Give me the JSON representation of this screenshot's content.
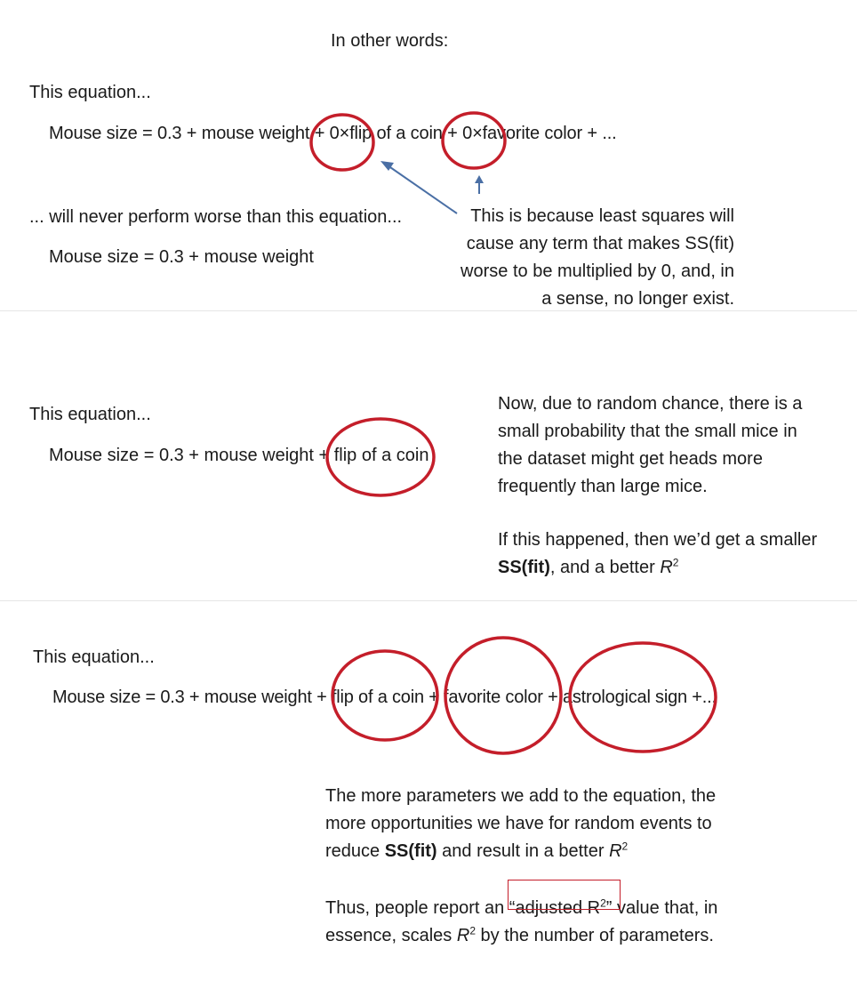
{
  "slide1": {
    "heading": "In other words:",
    "label_a": "This equation...",
    "eq_a": "Mouse size = 0.3 + mouse weight + 0×flip of a coin + 0×favorite color + ...",
    "label_b": "... will never perform worse than this equation...",
    "eq_b": "Mouse size = 0.3 + mouse weight",
    "note_lines": [
      "This is because least squares will",
      "cause any term that makes SS(fit)",
      "worse to be multiplied by 0, and, in",
      "a sense, no longer exist."
    ],
    "colors": {
      "circle": "#c41e2a",
      "arrow": "#4a6fa5"
    }
  },
  "slide2": {
    "label": "This equation...",
    "eq": "Mouse size = 0.3 + mouse weight + flip of a coin",
    "para1_lines": [
      "Now, due to random chance, there is a",
      "small probability that the small mice in",
      "the dataset might get heads more",
      "frequently than large mice."
    ],
    "para2_line1": "If this happened, then we’d get a smaller",
    "para2_bold": "SS(fit)",
    "para2_rest": ", and a better ",
    "r": "R",
    "sup": "2"
  },
  "slide3": {
    "label": "This equation...",
    "eq": "Mouse size = 0.3 + mouse weight + flip of a coin + favorite color + astrological sign +...",
    "para1_lines": [
      "The more parameters we add to the equation, the",
      "more opportunities we have for random events to"
    ],
    "para1_pre": "reduce ",
    "para1_bold": "SS(fit)",
    "para1_post": " and result in a better ",
    "para2_pre": "Thus, people report an ",
    "para2_boxed": "“adjusted R",
    "para2_boxed_close": "”",
    "para2_post": " value that, in",
    "para2_line2_pre": "essence, scales ",
    "para2_line2_post": " by the number of parameters.",
    "r": "R",
    "sup": "2"
  }
}
